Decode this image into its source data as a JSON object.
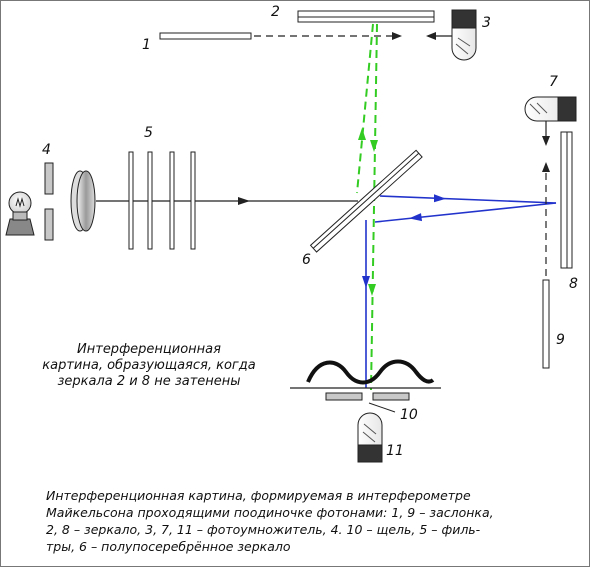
{
  "labels": {
    "n1": "1",
    "n2": "2",
    "n3": "3",
    "n4": "4",
    "n5": "5",
    "n6": "6",
    "n7": "7",
    "n8": "8",
    "n9": "9",
    "n10": "10",
    "n11": "11"
  },
  "annotation": {
    "line1": "Интерференционная",
    "line2": "картина, образующаяся, когда",
    "line3": "зеркала 2 и 8 не затенены"
  },
  "caption": {
    "line1": "Интерференционная картина, формируемая в интерферометре",
    "line2": "Майкельсона проходящими поодиночке фотонами: 1, 9 – заслонка,",
    "line3": "2, 8 – зеркало, 3, 7, 11 – фотоумножитель, 4. 10 – щель, 5 – филь-",
    "line4": "тры, 6 – полупосеребрённое зеркало"
  },
  "colors": {
    "blue_beam": "#2233cc",
    "green_beam": "#33cc22",
    "grey_fill": "#c8c8c8"
  }
}
